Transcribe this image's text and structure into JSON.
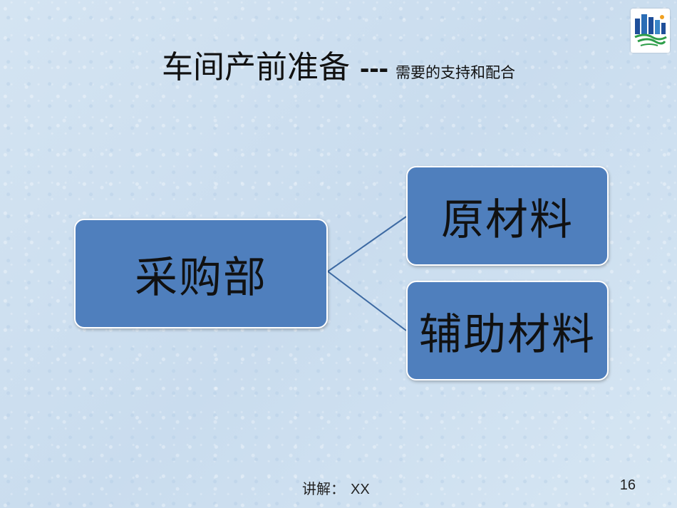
{
  "slide": {
    "title_main": "车间产前准备",
    "title_dash": "---",
    "title_sub": "需要的支持和配合"
  },
  "diagram": {
    "root": "采购部",
    "children": [
      "原材料",
      "辅助材料"
    ]
  },
  "footer": {
    "presenter_label": "讲解：",
    "presenter_name": "XX",
    "page_number": "16"
  },
  "colors": {
    "box_fill": "#4f7fbd",
    "box_border": "#ffffff",
    "connector": "#3d6aa3",
    "background": "#cfe0ef"
  },
  "icons": {
    "logo": "city-skyline-logo"
  }
}
